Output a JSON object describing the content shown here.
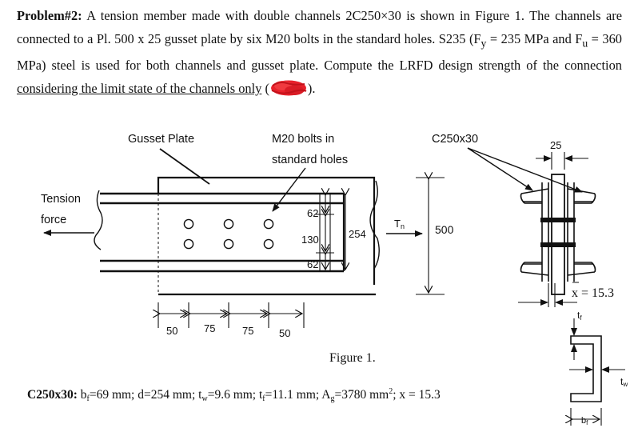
{
  "problem": {
    "lead": "Problem#2:",
    "text1": " A tension member made with double channels 2C250×30 is shown in Figure 1. The channels are connected to a Pl. 500 x 25 gusset plate by six M20 bolts in the standard holes. S235 (F",
    "fy_sub": "y",
    "text2": " = 235 MPa and F",
    "fu_sub": "u",
    "text3": " = 360 MPa) steel is used for both channels and gusset plate. Compute the LRFD design strength of the connection ",
    "underlined": "considering the limit state of the channels only",
    "tail": " (",
    "close": ")."
  },
  "figure": {
    "gusset_label": "Gusset Plate",
    "bolts_label_1": "M20 bolts in",
    "bolts_label_2": "standard holes",
    "channel_label": "C250x30",
    "tension_1": "Tension",
    "tension_2": "force",
    "dim_62_top": "62",
    "dim_130": "130",
    "dim_62_bot": "62",
    "dim_254": "254",
    "tn_label": "T",
    "tn_sub": "n",
    "dim_500": "500",
    "dim_25": "25",
    "xbar_label": "x = 15.3",
    "tf_label": "t",
    "tf_sub": "f",
    "tw_label": "t",
    "tw_sub": "w",
    "bf_label": "b",
    "bf_sub": "f",
    "pitch_50a": "50",
    "pitch_75a": "75",
    "pitch_75b": "75",
    "pitch_50b": "50",
    "caption": "Figure 1."
  },
  "props": {
    "name": "C250x30:",
    "bf_t": " b",
    "bf_s": "f",
    "bf_v": "=69 mm; d=254 mm; t",
    "tw_s": "w",
    "tw_v": "=9.6 mm; t",
    "tf_s": "f",
    "tf_v": "=11.1 mm; A",
    "ag_s": "g",
    "ag_v": "=3780 mm",
    "sq": "2",
    "xbar_v": "; x = 15.3"
  },
  "colors": {
    "ink": "#111111",
    "redaction": "#e8212b"
  }
}
